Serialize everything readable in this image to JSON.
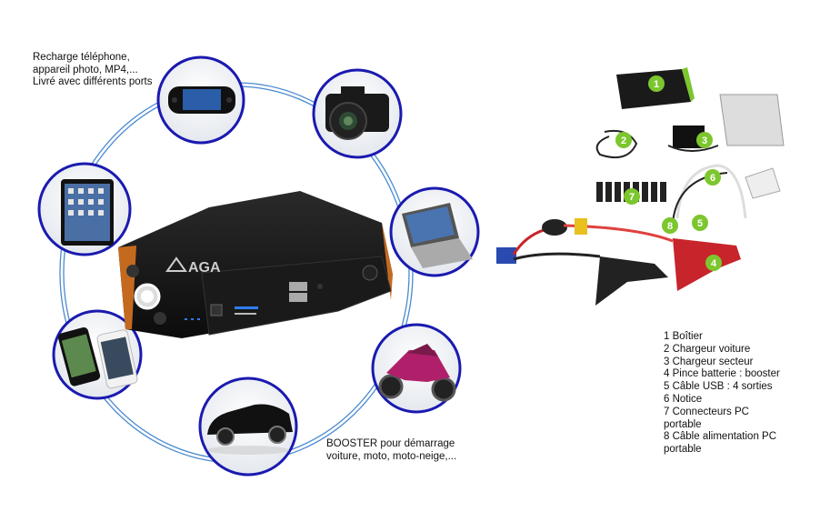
{
  "brand": "AGA",
  "captions": {
    "top_left": [
      "Recharge téléphone,",
      "appareil photo, MP4,...",
      "Livré avec différents ports"
    ],
    "bottom": [
      "BOOSTER pour démarrage",
      "voiture, moto, moto-neige,..."
    ]
  },
  "device_circles": [
    {
      "name": "psp-console"
    },
    {
      "name": "camera"
    },
    {
      "name": "tablet"
    },
    {
      "name": "laptop"
    },
    {
      "name": "smartphones"
    },
    {
      "name": "motorcycle"
    },
    {
      "name": "car"
    }
  ],
  "kit_badges": [
    "1",
    "2",
    "3",
    "4",
    "5",
    "6",
    "7",
    "8"
  ],
  "contents_list": [
    "1 Boîtier",
    "2 Chargeur voiture",
    "3 Chargeur secteur",
    "4 Pince batterie : booster",
    "5 Câble USB : 4 sorties",
    "6 Notice",
    "7 Connecteurs PC",
    "portable",
    "8 Câble alimentation  PC",
    "portable"
  ],
  "colors": {
    "ring": "#1a1ab0",
    "link": "#4a8ad0",
    "badge": "#7cc62e",
    "device": "#141414",
    "clamp_red": "#c8242b",
    "led_blue": "#2f7cf0"
  }
}
